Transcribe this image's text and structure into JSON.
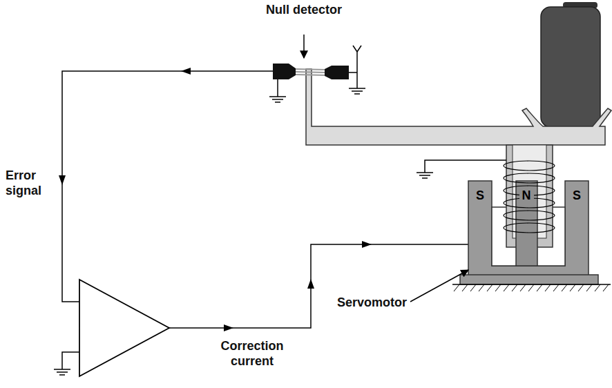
{
  "diagram": {
    "nodes": [
      {
        "text": [
          "S"
        ]
      },
      {
        "text": [
          "N"
        ]
      },
      {
        "text": [
          "S"
        ]
      }
    ],
    "labels": [
      "Null detector",
      "Error signal",
      "Correction current",
      "Servomotor"
    ]
  }
}
